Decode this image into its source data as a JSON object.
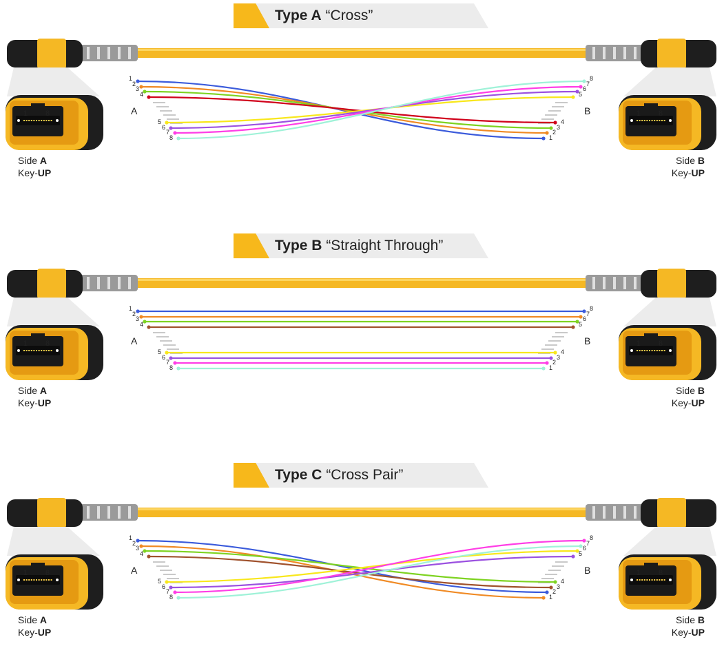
{
  "colors": {
    "accent": "#f7b81b",
    "cable": "#f5b824",
    "band": "#ececec",
    "fibers": [
      "#3b5bdb",
      "#f08a24",
      "#7ed321",
      "#d0021b",
      "#f8e71c",
      "#9b51e0",
      "#ff3ee6",
      "#9ff2d8"
    ],
    "fiber_b4": "#a0522d",
    "fiber_b1": "#3b5bdb"
  },
  "sections": [
    {
      "title_bold": "Type A",
      "title_rest": "“Cross”",
      "end_a": "A",
      "end_b": "B",
      "left_label_line1": "Side ",
      "left_label_bold1": "A",
      "left_label_line2": "Key-",
      "left_label_bold2": "UP",
      "right_label_line1": "Side ",
      "right_label_bold1": "B",
      "right_label_line2": "Key-",
      "right_label_bold2": "UP",
      "connector_left_num": "1",
      "connector_right_num": "8",
      "routing": "cross"
    },
    {
      "title_bold": "Type B",
      "title_rest": "“Straight Through”",
      "end_a": "A",
      "end_b": "B",
      "left_label_line1": "Side ",
      "left_label_bold1": "A",
      "left_label_line2": "Key-",
      "left_label_bold2": "UP",
      "right_label_line1": "Side ",
      "right_label_bold1": "B",
      "right_label_line2": "Key-",
      "right_label_bold2": "UP",
      "connector_left_num": "1",
      "connector_right_num": "8",
      "routing": "straight"
    },
    {
      "title_bold": "Type C",
      "title_rest": "“Cross Pair”",
      "end_a": "A",
      "end_b": "B",
      "left_label_line1": "Side ",
      "left_label_bold1": "A",
      "left_label_line2": "Key-",
      "left_label_bold2": "UP",
      "right_label_line1": "Side ",
      "right_label_bold1": "B",
      "right_label_line2": "Key-",
      "right_label_bold2": "UP",
      "connector_left_num": "1",
      "connector_right_num": "8",
      "routing": "pair"
    }
  ],
  "fiber_numbers_left": [
    "1",
    "2",
    "3",
    "4",
    "5",
    "6",
    "7",
    "8"
  ],
  "fiber_numbers_right_cross": [
    "8",
    "7",
    "6",
    "5",
    "4",
    "3",
    "2",
    "1"
  ],
  "fiber_numbers_right_straight": [
    "8",
    "7",
    "6",
    "5",
    "4",
    "3",
    "2",
    "1"
  ],
  "fiber_numbers_right_pair": [
    "8",
    "7",
    "6",
    "5",
    "4",
    "3",
    "2",
    "1"
  ]
}
